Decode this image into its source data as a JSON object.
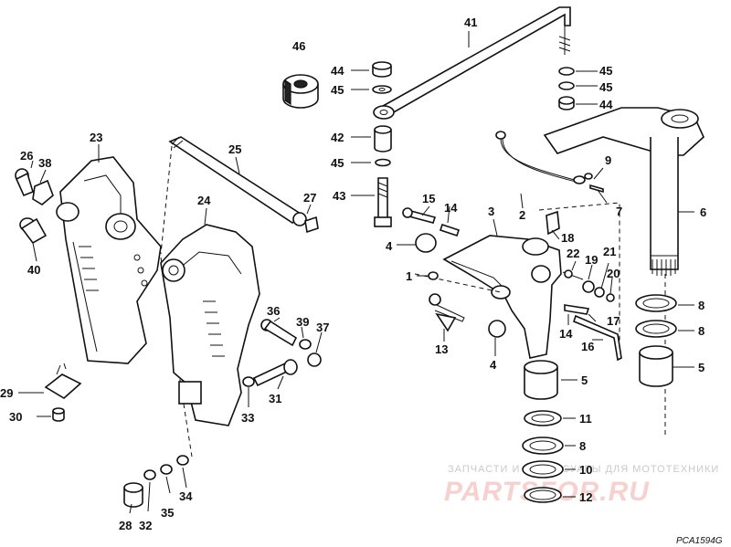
{
  "callouts": [
    {
      "id": "c41",
      "text": "41"
    },
    {
      "id": "c46",
      "text": "46"
    },
    {
      "id": "c44a",
      "text": "44"
    },
    {
      "id": "c45a",
      "text": "45"
    },
    {
      "id": "c45b",
      "text": "45"
    },
    {
      "id": "c45c",
      "text": "45"
    },
    {
      "id": "c44b",
      "text": "44"
    },
    {
      "id": "c42",
      "text": "42"
    },
    {
      "id": "c45d",
      "text": "45"
    },
    {
      "id": "c43",
      "text": "43"
    },
    {
      "id": "c9",
      "text": "9"
    },
    {
      "id": "c7",
      "text": "7"
    },
    {
      "id": "c6",
      "text": "6"
    },
    {
      "id": "c2",
      "text": "2"
    },
    {
      "id": "c23",
      "text": "23"
    },
    {
      "id": "c26",
      "text": "26"
    },
    {
      "id": "c38",
      "text": "38"
    },
    {
      "id": "c40",
      "text": "40"
    },
    {
      "id": "c25",
      "text": "25"
    },
    {
      "id": "c27",
      "text": "27"
    },
    {
      "id": "c24",
      "text": "24"
    },
    {
      "id": "c15",
      "text": "15"
    },
    {
      "id": "c14a",
      "text": "14"
    },
    {
      "id": "c3",
      "text": "3"
    },
    {
      "id": "c18",
      "text": "18"
    },
    {
      "id": "c4a",
      "text": "4"
    },
    {
      "id": "c22",
      "text": "22"
    },
    {
      "id": "c19",
      "text": "19"
    },
    {
      "id": "c21",
      "text": "21"
    },
    {
      "id": "c20",
      "text": "20"
    },
    {
      "id": "c1",
      "text": "1"
    },
    {
      "id": "c8a",
      "text": "8"
    },
    {
      "id": "c8b",
      "text": "8"
    },
    {
      "id": "c17",
      "text": "17"
    },
    {
      "id": "c14b",
      "text": "14"
    },
    {
      "id": "c16",
      "text": "16"
    },
    {
      "id": "c5a",
      "text": "5"
    },
    {
      "id": "c36",
      "text": "36"
    },
    {
      "id": "c39",
      "text": "39"
    },
    {
      "id": "c37",
      "text": "37"
    },
    {
      "id": "c13",
      "text": "13"
    },
    {
      "id": "c4b",
      "text": "4"
    },
    {
      "id": "c5b",
      "text": "5"
    },
    {
      "id": "c29",
      "text": "29"
    },
    {
      "id": "c31",
      "text": "31"
    },
    {
      "id": "c30",
      "text": "30"
    },
    {
      "id": "c33",
      "text": "33"
    },
    {
      "id": "c11",
      "text": "11"
    },
    {
      "id": "c8c",
      "text": "8"
    },
    {
      "id": "c10",
      "text": "10"
    },
    {
      "id": "c12",
      "text": "12"
    },
    {
      "id": "c34",
      "text": "34"
    },
    {
      "id": "c35",
      "text": "35"
    },
    {
      "id": "c28",
      "text": "28"
    },
    {
      "id": "c32",
      "text": "32"
    }
  ],
  "watermark": {
    "line1": "ЗАПЧАСТИ И АКСЕССУАРЫ ДЛЯ МОТОТЕХНИКИ",
    "line2": "PARTSFOR.RU"
  },
  "figure_code": "PCA1594G"
}
